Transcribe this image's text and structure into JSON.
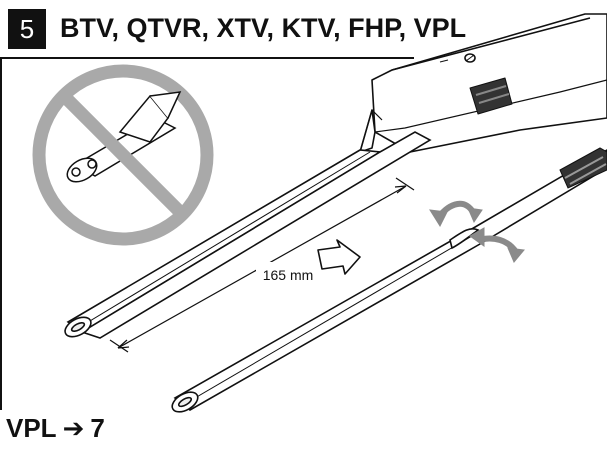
{
  "step": {
    "number": "5",
    "title": "BTV, QTVR, XTV, KTV, FHP, VPL"
  },
  "illustration": {
    "dimension_label": "165 mm",
    "prohibition": "do-not-cut-core-icon"
  },
  "footer": {
    "prefix": "VPL",
    "arrow": "➔",
    "target": "7"
  },
  "colors": {
    "ink": "#111111",
    "prohibition_gray": "#a9a9a9",
    "paper": "#ffffff"
  }
}
